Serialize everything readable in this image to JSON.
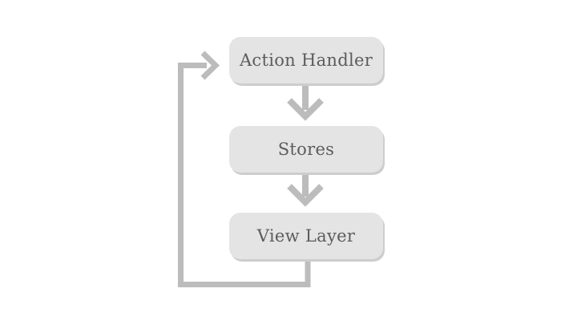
{
  "diagram": {
    "nodes": [
      {
        "id": "action-handler",
        "label": "Action Handler"
      },
      {
        "id": "stores",
        "label": "Stores"
      },
      {
        "id": "view-layer",
        "label": "View Layer"
      }
    ],
    "edges": [
      {
        "from": "action-handler",
        "to": "stores",
        "type": "arrow-down"
      },
      {
        "from": "stores",
        "to": "view-layer",
        "type": "arrow-down"
      },
      {
        "from": "view-layer",
        "to": "action-handler",
        "type": "feedback-loop-left"
      }
    ],
    "colors": {
      "background": "#ffffff",
      "node_fill": "#e4e4e4",
      "node_shadow": "#cdcdcd",
      "arrow": "#bcbcbc",
      "text": "#5c5c5c"
    }
  }
}
